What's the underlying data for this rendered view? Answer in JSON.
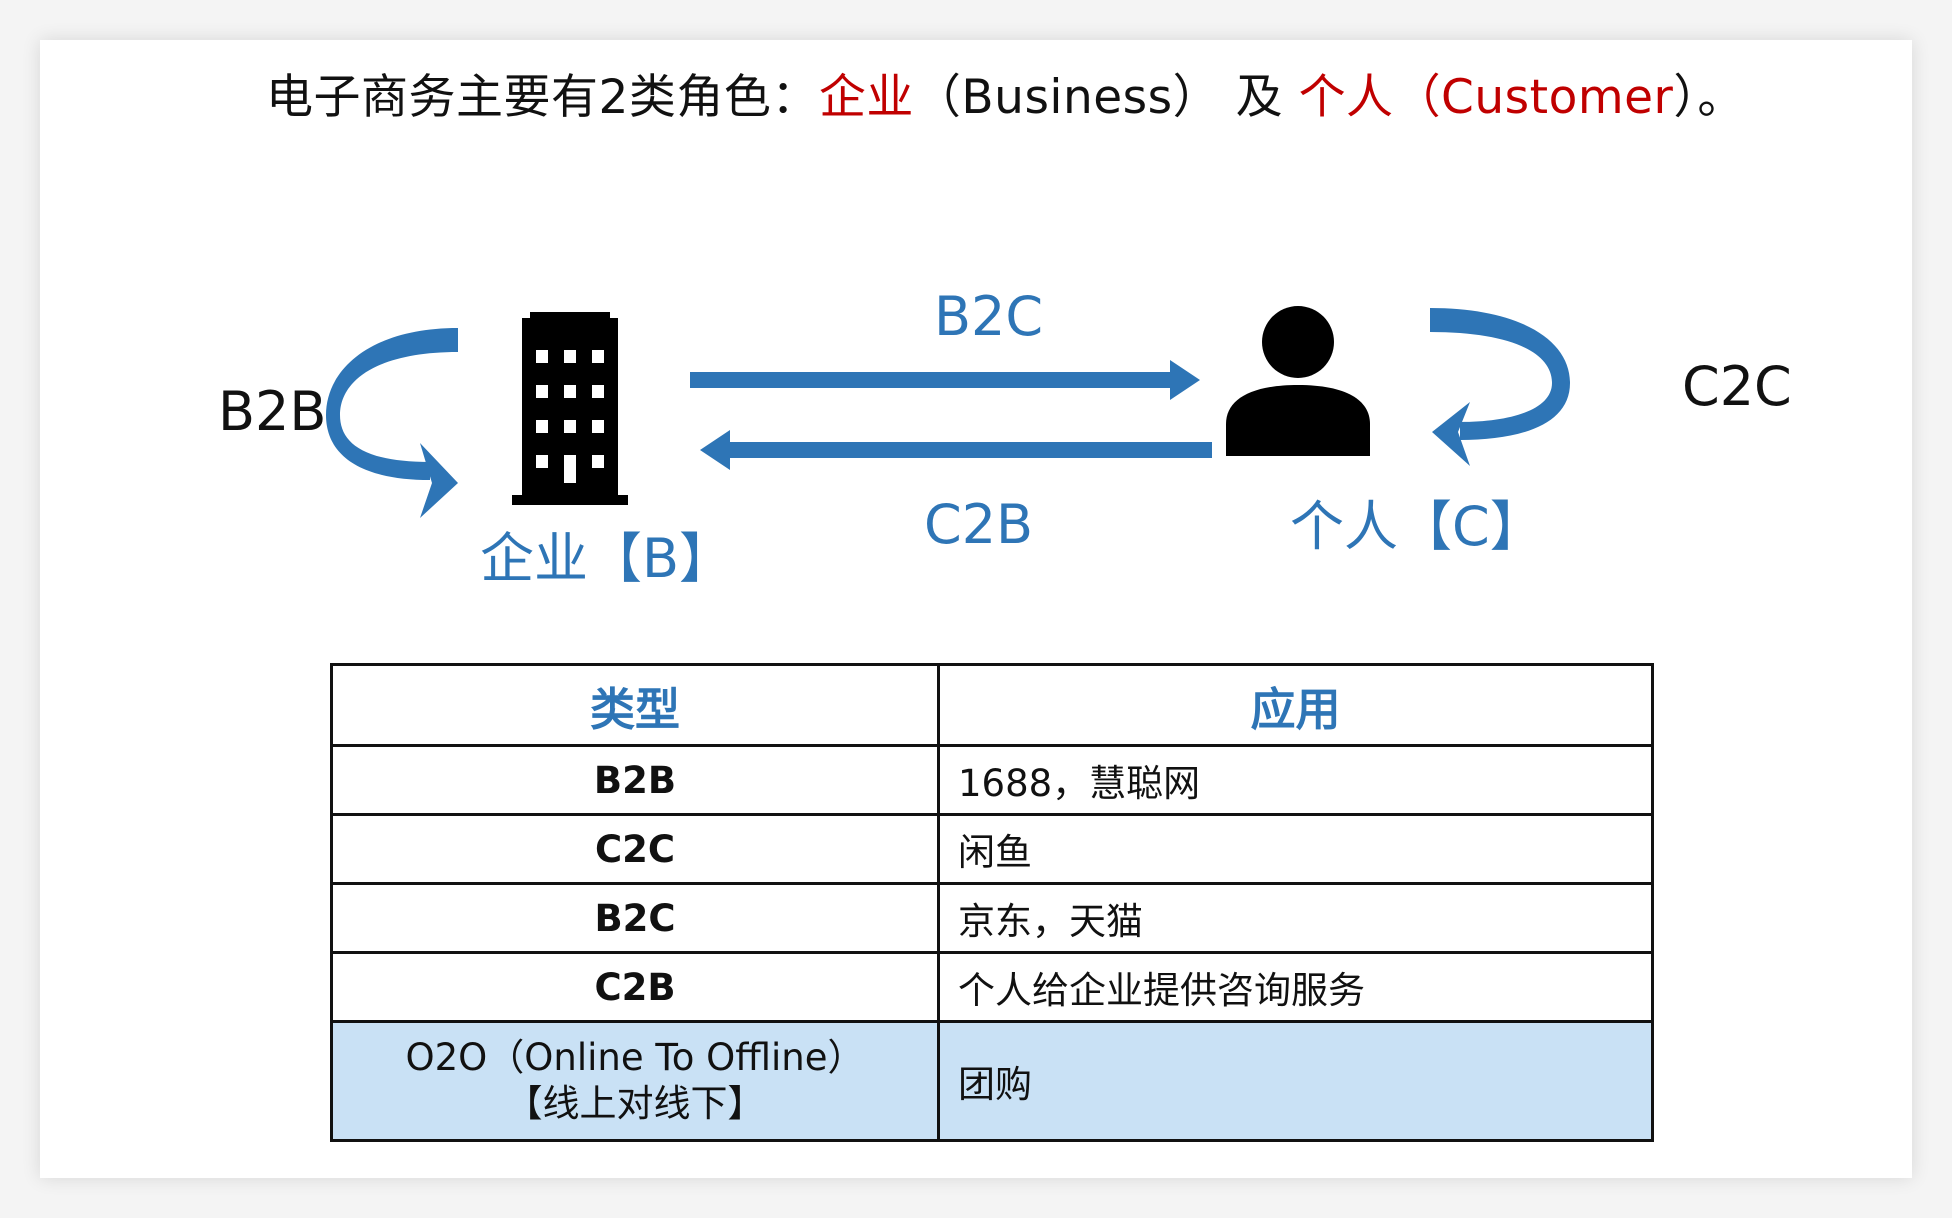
{
  "heading": {
    "prefix": "电子商务主要有2类角色：",
    "business_cn": "企业",
    "business_en": "（Business）",
    "join": " 及 ",
    "customer_cn": "个人",
    "customer_en": "（Customer",
    "suffix": "）。"
  },
  "diagram": {
    "b2b_label": "B2B",
    "b2c_label": "B2C",
    "c2b_label": "C2B",
    "c2c_label": "C2C",
    "business_label": "企业【B】",
    "person_label": "个人【C】",
    "colors": {
      "arrow": "#2e75b6",
      "icon": "#000000",
      "red": "#c00000"
    },
    "icons": [
      "building-icon",
      "person-icon"
    ]
  },
  "table": {
    "headers": [
      "类型",
      "应用"
    ],
    "rows": [
      {
        "type": "B2B",
        "app": "1688，慧聪网"
      },
      {
        "type": "C2C",
        "app": "闲鱼"
      },
      {
        "type": "B2C",
        "app": "京东，天猫"
      },
      {
        "type": "C2B",
        "app": "个人给企业提供咨询服务"
      },
      {
        "type": "O2O（Online To Offline）",
        "type_sub": "【线上对线下】",
        "app": "团购"
      }
    ],
    "highlight_color": "#c9e1f5"
  }
}
